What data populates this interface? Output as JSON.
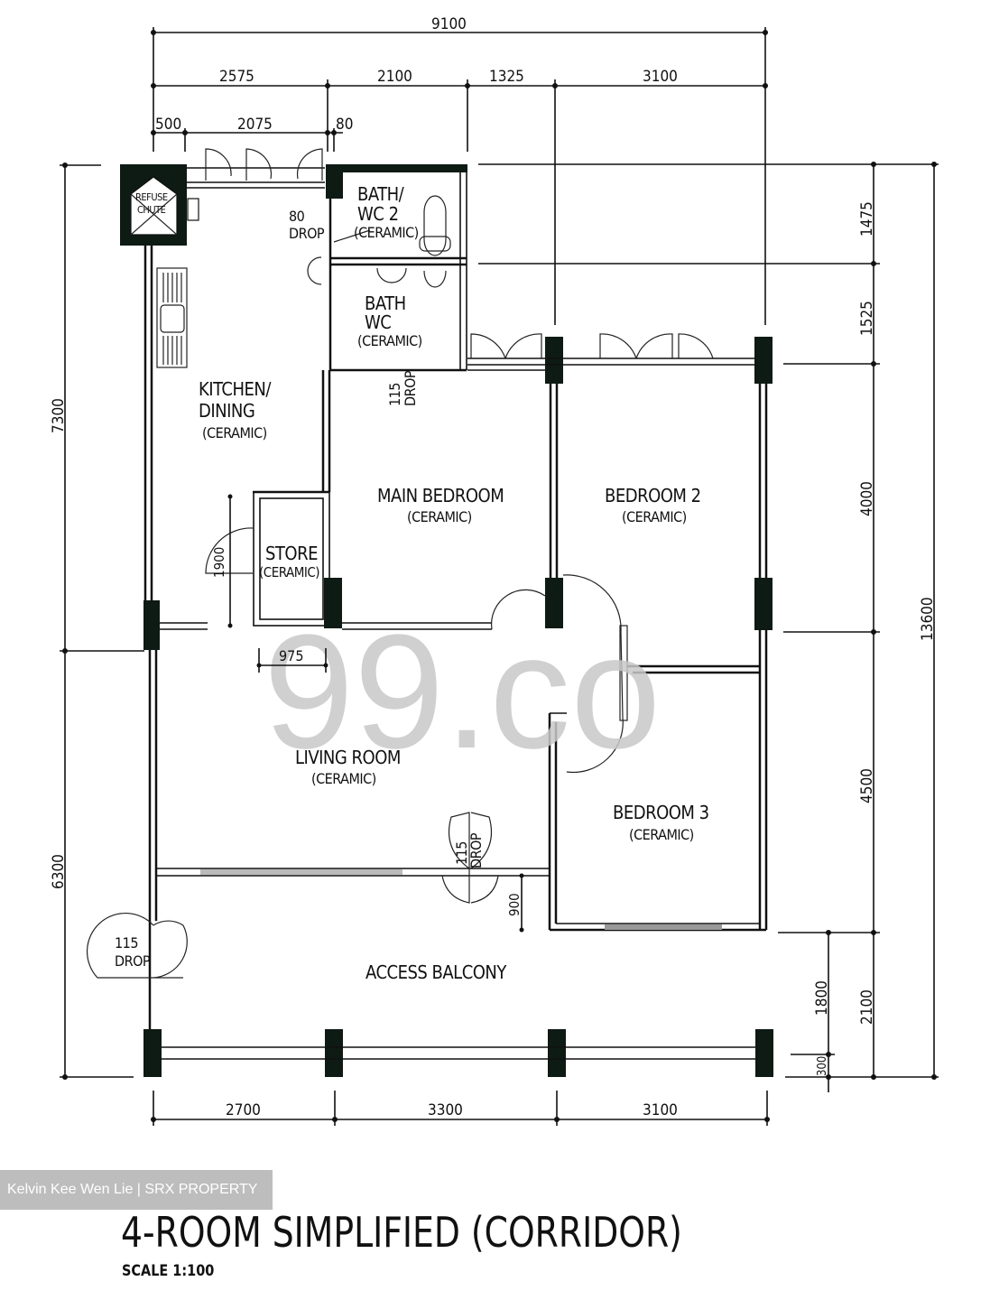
{
  "plan": {
    "title": "4-ROOM SIMPLIFIED (CORRIDOR)",
    "scale": "SCALE  1:100",
    "credit": "Kelvin Kee Wen Lie | SRX PROPERTY",
    "watermark": "99.co"
  },
  "rooms": {
    "refuse": {
      "line1": "REFUSE",
      "line2": "CHUTE"
    },
    "bath2": {
      "line1": "BATH/",
      "line2": "WC  2",
      "floor": "(CERAMIC)"
    },
    "bath1": {
      "line1": "BATH",
      "line2": "WC",
      "floor": "(CERAMIC)"
    },
    "kitchen": {
      "line1": "KITCHEN/",
      "line2": "DINING",
      "floor": "(CERAMIC)"
    },
    "main_bedroom": {
      "name": "MAIN  BEDROOM",
      "floor": "(CERAMIC)"
    },
    "bedroom2": {
      "name": "BEDROOM  2",
      "floor": "(CERAMIC)"
    },
    "store": {
      "name": "STORE",
      "floor": "(CERAMIC)"
    },
    "living": {
      "name": "LIVING  ROOM",
      "floor": "(CERAMIC)"
    },
    "bedroom3": {
      "name": "BEDROOM  3",
      "floor": "(CERAMIC)"
    },
    "balcony": {
      "name": "ACCESS  BALCONY"
    }
  },
  "notes": {
    "drop80_a": "80",
    "drop80_b": "DROP",
    "drop115_bath_a": "115",
    "drop115_bath_b": "DROP",
    "drop115_living_a": "115",
    "drop115_living_b": "DROP",
    "drop115_entry_a": "115",
    "drop115_entry_b": "DROP"
  },
  "dimensions": {
    "top_total": "9100",
    "top_row2": [
      "2575",
      "2100",
      "1325",
      "3100"
    ],
    "top_row3": [
      "500",
      "2075",
      "80"
    ],
    "left": [
      "7300",
      "6300"
    ],
    "right_inner": [
      "1475",
      "1525",
      "4000",
      "4500",
      "2100"
    ],
    "right_total": "13600",
    "balcony_right": [
      "1800",
      "300"
    ],
    "bottom": [
      "2700",
      "3300",
      "3100"
    ],
    "store_width": "975",
    "store_height": "1900",
    "corridor": "900"
  }
}
